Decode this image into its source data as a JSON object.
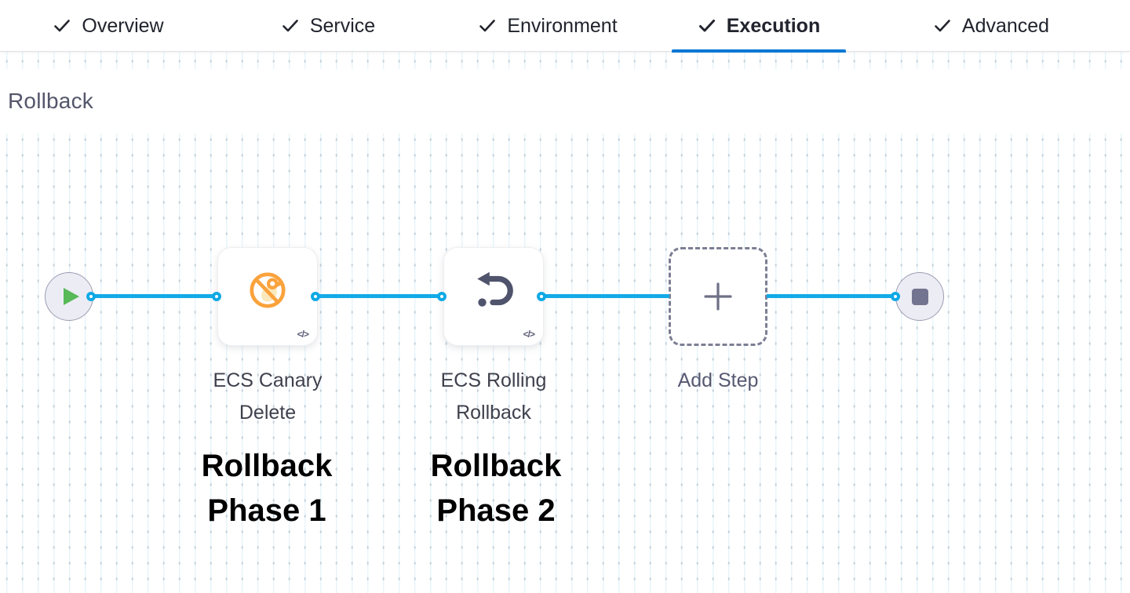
{
  "tab_bar": {
    "tabs": [
      {
        "label": "Overview",
        "icon": "check-icon",
        "active": false
      },
      {
        "label": "Service",
        "icon": "check-icon",
        "active": false
      },
      {
        "label": "Environment",
        "icon": "check-icon",
        "active": false
      },
      {
        "label": "Execution",
        "icon": "check-icon",
        "active": true
      },
      {
        "label": "Advanced",
        "icon": "check-icon",
        "active": false
      }
    ]
  },
  "stage_section": {
    "title": "Rollback"
  },
  "pipeline": {
    "start_node": {
      "icon": "play-icon"
    },
    "steps": [
      {
        "name": "ECS Canary Delete",
        "label_line1": "ECS Canary",
        "label_line2": "Delete",
        "icon": "canary-delete-icon",
        "code_glyph": "</>"
      },
      {
        "name": "ECS Rolling Rollback",
        "label_line1": "ECS Rolling",
        "label_line2": "Rollback",
        "icon": "rolling-rollback-icon",
        "code_glyph": "</>"
      }
    ],
    "add_step": {
      "label": "Add Step",
      "icon": "plus-icon"
    },
    "end_node": {
      "icon": "stop-icon"
    }
  },
  "annotations": [
    {
      "line1": "Rollback",
      "line2": "Phase 1"
    },
    {
      "line1": "Rollback",
      "line2": "Phase 2"
    }
  ],
  "colors": {
    "wire_blue": "#12abe7",
    "tab_underline_blue": "#0278d5",
    "play_green": "#58b958",
    "canary_orange": "#faa23c",
    "icon_slate": "#50536c",
    "node_fill": "#ececf4",
    "node_border": "#9c9db3",
    "stop_square": "#73748f",
    "title_gray": "#54566b",
    "label_gray": "#3f414d"
  }
}
